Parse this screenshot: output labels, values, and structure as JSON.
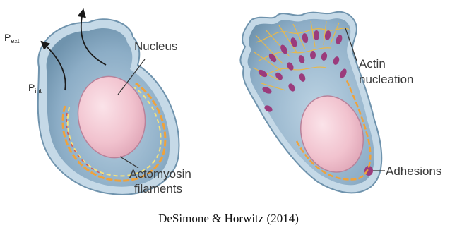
{
  "figure": {
    "labels": {
      "nucleus": "Nucleus",
      "p_ext_main": "P",
      "p_ext_sub": "ext",
      "p_int_main": "P",
      "p_int_sub": "int",
      "actomyosin_line1": "Actomyosin",
      "actomyosin_line2": "filaments",
      "actin_line1": "Actin",
      "actin_line2": "nucleation",
      "adhesions": "Adhesions"
    },
    "caption": "DeSimone & Horwitz (2014)"
  },
  "colors": {
    "cell_outer": "#a9c4d8",
    "cell_inner": "#8fb0c9",
    "cell_edge": "#6f93ad",
    "nucleus_fill": "#f1c6d0",
    "nucleus_edge": "#b9829a",
    "filament_orange": "#f0a23a",
    "filament_yellow": "#f7e27a",
    "adhesion": "#9b3b7c"
  }
}
